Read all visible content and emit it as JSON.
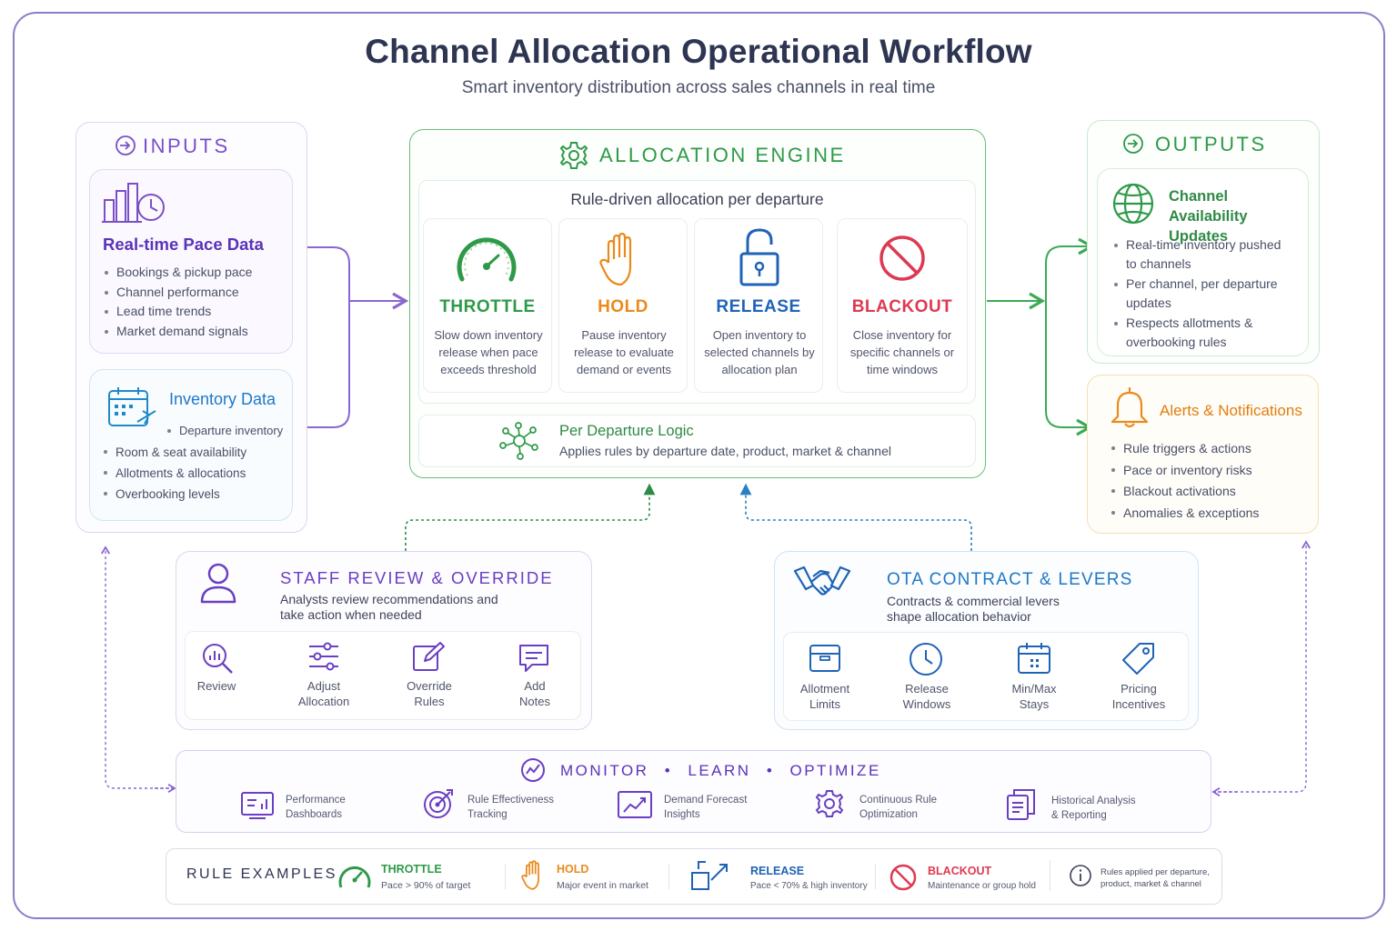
{
  "header": {
    "title": "Channel Allocation Operational Workflow",
    "subtitle": "Smart inventory distribution across sales channels in real time"
  },
  "inputs": {
    "title": "INPUTS",
    "pace": {
      "title": "Real-time Pace Data",
      "items": [
        "Bookings & pickup pace",
        "Channel performance",
        "Lead time trends",
        "Market demand signals"
      ]
    },
    "inventory": {
      "title": "Inventory Data",
      "items": [
        "Departure inventory",
        "Room & seat availability",
        "Allotments & allocations",
        "Overbooking levels"
      ]
    }
  },
  "engine": {
    "title": "ALLOCATION ENGINE",
    "subtitle": "Rule-driven allocation per departure",
    "rules": [
      {
        "name": "THROTTLE",
        "desc": "Slow down inventory release when pace exceeds threshold",
        "color": "#2e9a48",
        "icon": "gauge-icon"
      },
      {
        "name": "HOLD",
        "desc": "Pause inventory release to evaluate demand or events",
        "color": "#ea8a1c",
        "icon": "hand-icon"
      },
      {
        "name": "RELEASE",
        "desc": "Open inventory to selected channels by allocation plan",
        "color": "#1f63b8",
        "icon": "unlock-icon"
      },
      {
        "name": "BLACKOUT",
        "desc": "Close inventory for specific channels or time windows",
        "color": "#dd3a52",
        "icon": "prohibited-icon"
      }
    ],
    "logic": {
      "title": "Per Departure Logic",
      "desc": "Applies rules by departure date, product, market & channel"
    }
  },
  "outputs": {
    "title": "OUTPUTS",
    "availability": {
      "title": "Channel Availability Updates",
      "items": [
        "Real-time inventory pushed to channels",
        "Per channel, per departure updates",
        "Respects allotments & overbooking rules"
      ]
    },
    "alerts": {
      "title": "Alerts & Notifications",
      "items": [
        "Rule triggers & actions",
        "Pace or inventory risks",
        "Blackout activations",
        "Anomalies & exceptions"
      ]
    }
  },
  "staff": {
    "title": "STAFF REVIEW & OVERRIDE",
    "desc": "Analysts review recommendations and take action when needed",
    "actions": [
      "Review",
      "Adjust Allocation",
      "Override Rules",
      "Add Notes"
    ]
  },
  "ota": {
    "title": "OTA CONTRACT & LEVERS",
    "desc": "Contracts & commercial levers shape allocation behavior",
    "levers": [
      "Allotment Limits",
      "Release Windows",
      "Min/Max Stays",
      "Pricing Incentives"
    ]
  },
  "monitor": {
    "title_parts": [
      "MONITOR",
      "LEARN",
      "OPTIMIZE"
    ],
    "items": [
      "Performance Dashboards",
      "Rule Effectiveness Tracking",
      "Demand Forecast Insights",
      "Continuous Rule Optimization",
      "Historical Analysis & Reporting"
    ]
  },
  "examples": {
    "label": "RULE EXAMPLES",
    "items": [
      {
        "name": "THROTTLE",
        "desc": "Pace > 90% of target"
      },
      {
        "name": "HOLD",
        "desc": "Major event in market"
      },
      {
        "name": "RELEASE",
        "desc": "Pace < 70% & high inventory"
      },
      {
        "name": "BLACKOUT",
        "desc": "Maintenance or group hold"
      }
    ],
    "note": "Rules applied per departure, product, market & channel"
  },
  "colors": {
    "purple": "#7b4fc7",
    "green": "#2e9a48",
    "blue": "#1f78c8",
    "orange": "#ea8a1c",
    "red": "#dd3a52",
    "navy": "#2d3552"
  }
}
